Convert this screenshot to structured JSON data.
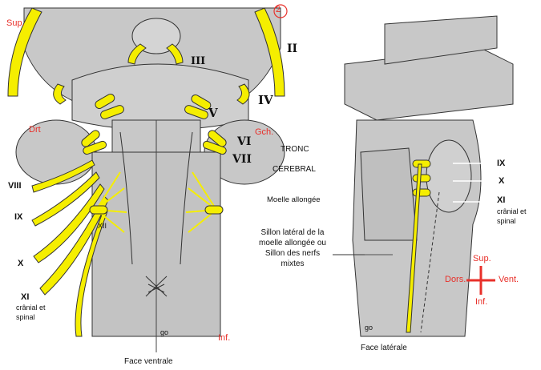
{
  "figure_number": "2",
  "left_view": {
    "caption": "Face ventrale",
    "orientation": {
      "sup": "Sup.",
      "drt": "Drt",
      "gch": "Gch.",
      "inf": "Inf."
    },
    "cranial_nerves": {
      "II": "II",
      "III": "III",
      "IV": "IV",
      "V": "V",
      "VI": "VI",
      "VII": "VII",
      "VIII": "VIII",
      "IX": "IX",
      "X": "X",
      "XI": "XI",
      "XI_sub1": "crânial et",
      "XI_sub2": "spinal",
      "XII": "XII"
    },
    "region_labels": {
      "tronc": "TRONC",
      "cerebral": "CEREBRAL",
      "moelle": "Moelle allongée"
    },
    "mark": "go"
  },
  "middle_note": [
    "Sillon latéral de la",
    "moelle allongée ou",
    "Sillon des nerfs",
    "mixtes"
  ],
  "right_view": {
    "caption": "Face latérale",
    "nerves": {
      "IX": "IX",
      "X": "X",
      "XI": "XI",
      "XI_sub1": "crânial et",
      "XI_sub2": "spinal"
    },
    "compass": {
      "sup": "Sup.",
      "inf": "Inf.",
      "dors": "Dors.",
      "vent": "Vent."
    },
    "mark": "go"
  },
  "colors": {
    "tissue": "#c8c8c8",
    "nerve": "#f5ee00",
    "accent": "#e8302a",
    "outline": "#333333"
  }
}
